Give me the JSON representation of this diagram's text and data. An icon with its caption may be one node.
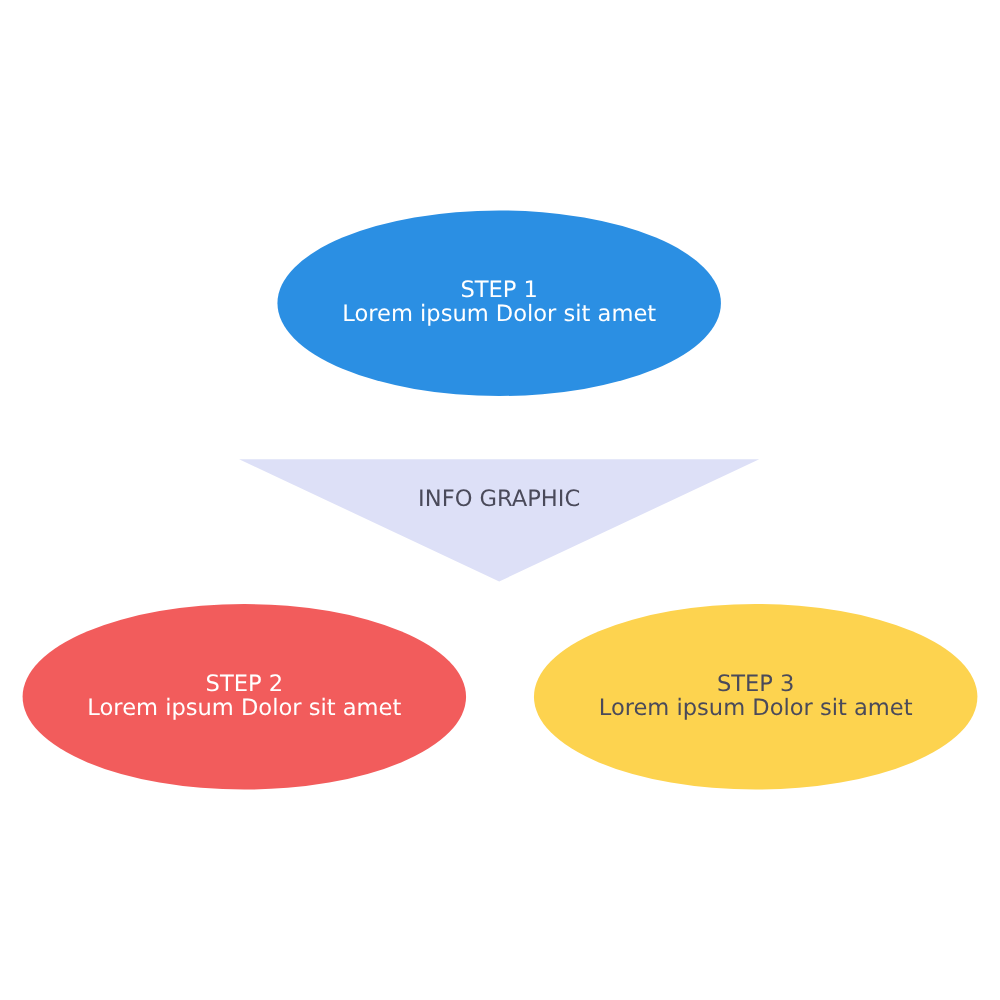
{
  "diagram": {
    "nodes": [
      {
        "text": [
          "STEP 1",
          "Lorem ipsum Dolor sit amet"
        ]
      },
      {
        "text": [
          "INFO GRAPHIC"
        ]
      },
      {
        "text": [
          "STEP 2",
          "Lorem ipsum Dolor sit amet"
        ]
      },
      {
        "text": [
          "STEP 3",
          "Lorem ipsum Dolor sit amet"
        ]
      }
    ],
    "edges": []
  }
}
